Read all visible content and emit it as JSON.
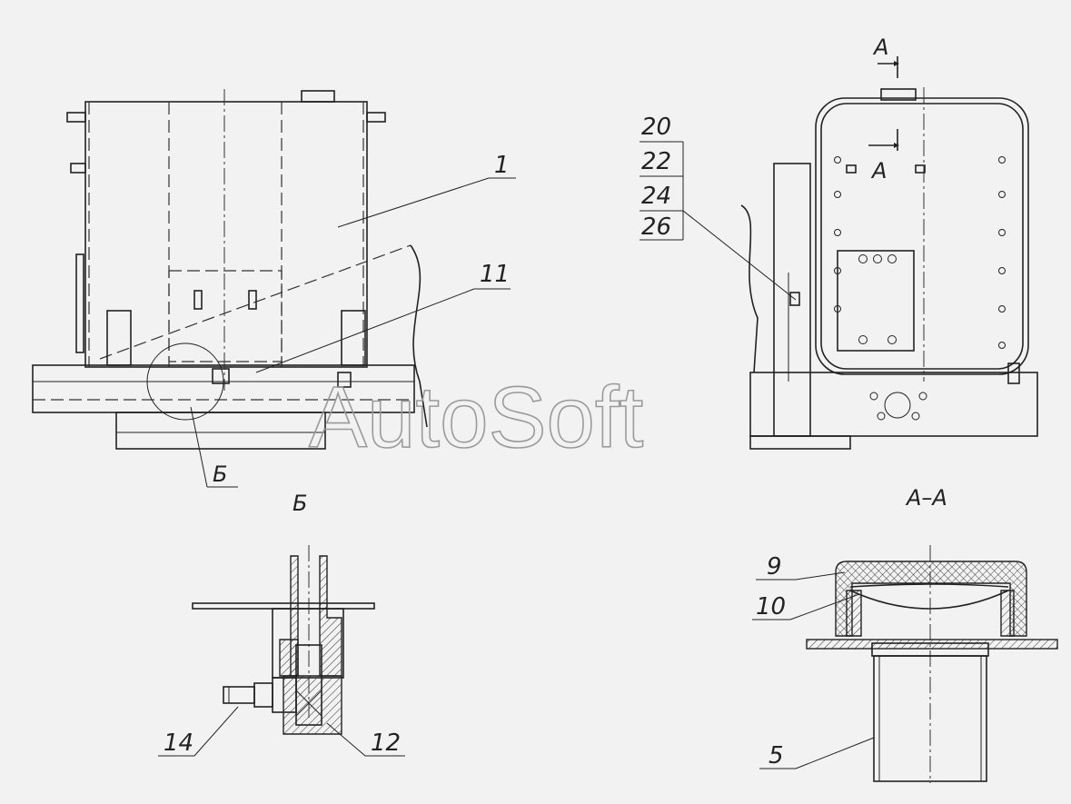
{
  "drawing": {
    "callouts": {
      "p1": "1",
      "p11": "11",
      "p20": "20",
      "p22": "22",
      "p24": "24",
      "p26": "26",
      "p9": "9",
      "p10": "10",
      "p5": "5",
      "p14": "14",
      "p12": "12"
    },
    "view_b_ref": "Б",
    "view_b_title": "Б",
    "section_mark": "А",
    "section_title": "А–А",
    "watermark": "AutoSoft"
  }
}
